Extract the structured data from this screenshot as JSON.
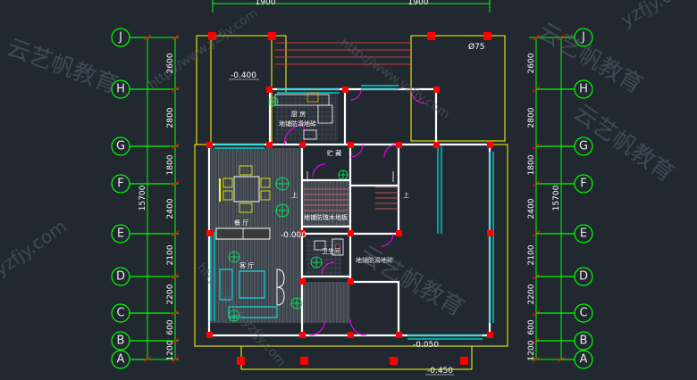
{
  "axes": {
    "left": [
      "J",
      "H",
      "G",
      "F",
      "E",
      "D",
      "C",
      "B",
      "A"
    ],
    "right": [
      "J",
      "H",
      "G",
      "F",
      "E",
      "D",
      "C",
      "B",
      "A"
    ]
  },
  "dims": {
    "top": [
      "1900",
      "1900"
    ],
    "total": "15700",
    "segments": [
      "2600",
      "2800",
      "1800",
      "2400",
      "2100",
      "2200",
      "600",
      "1200"
    ]
  },
  "labels": {
    "level_top": "-0.400",
    "level_mid": "-0.000",
    "level_right": "-0.050",
    "level_bottom": "-0.450",
    "phi": "Ø75",
    "kitchen": "厨 房",
    "kitchen_floor": "地铺防滑地砖",
    "storage": "贮 藏",
    "dining": "餐 厅",
    "floor_wood": "地铺防琉木地板",
    "living": "客 厅",
    "wc": "卫生间",
    "wc_floor": "地铺防滑地砖",
    "stair_up_1": "上",
    "stair_up_2": "上"
  },
  "watermarks": {
    "w1": "云艺帆教育",
    "w2": "http://www.yzfjy.com",
    "w3": "yzfjy.com",
    "w4": "云艺帆教育",
    "w5": "http://www.yzfjy.com",
    "w6": "云艺帆教育",
    "w7": "yzfjy.com",
    "w8": "http://www.yzfjy.com",
    "w9": "云艺帆教育"
  },
  "colors": {
    "background": "#212830",
    "axis_circle": "#00ff00",
    "dim_line": "#00ff00",
    "wall": "#ffffff",
    "column": "#ff0000",
    "window": "#00cccc",
    "outline": "#ffff00",
    "door": "#ff00ff",
    "furniture_cyan": "#00ffff",
    "hatch": "#888888"
  }
}
